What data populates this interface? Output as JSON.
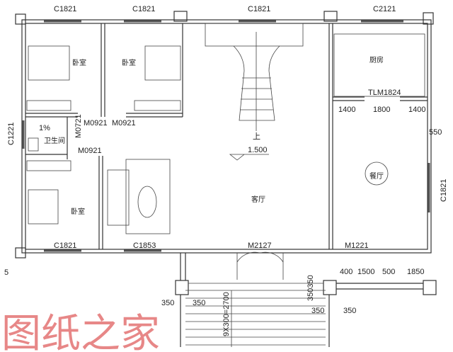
{
  "windows": {
    "top": [
      "C1821",
      "C1821",
      "C1821",
      "C2121"
    ],
    "left": "C1221",
    "right": "C1821",
    "bottom": [
      "C1821",
      "C1853"
    ]
  },
  "doors": {
    "bath_door": "M0721",
    "bedroom_doors": [
      "M0921",
      "M0921"
    ],
    "lower_bedroom_door": "M0921",
    "kitchen_door": "TLM1824",
    "main_door": "M2127",
    "side_door": "M1221"
  },
  "rooms": {
    "bedroom_1": "卧室",
    "bedroom_2": "卧室",
    "bedroom_3": "卧室",
    "bathroom": "卫生间",
    "living_room": "客厅",
    "kitchen": "厨房",
    "dining": "餐厅"
  },
  "annotations": {
    "slope": "1%",
    "stair_up": "上",
    "elevation": "1.500",
    "axis_marker": "5"
  },
  "dimensions": {
    "dining_top": [
      "1400",
      "1800",
      "1400"
    ],
    "dining_side": "550",
    "porch_right": [
      "400",
      "1500",
      "500",
      "1850"
    ],
    "steps_left": [
      "350",
      "350"
    ],
    "steps_right": [
      "350",
      "350"
    ],
    "steps_total": "9X300=2700",
    "step_rise": "350350"
  },
  "watermark": "图纸之家",
  "colors": {
    "walls": "#333333",
    "watermark": "#e06060"
  }
}
